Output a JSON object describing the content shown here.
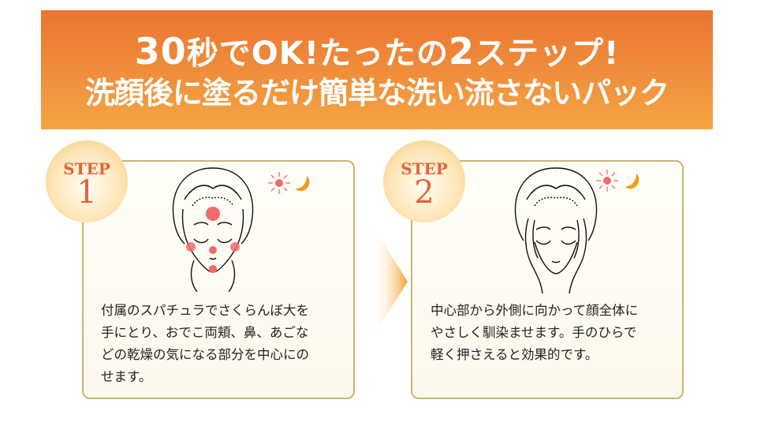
{
  "banner": {
    "line1_prefix": "30",
    "line1_a": "秒でOK!たったの",
    "line1_num": "2",
    "line1_b": "ステップ!",
    "line2": "洗顔後に塗るだけ簡単な洗い流さないパック",
    "colors": {
      "top": "#ea7531",
      "bottom": "#f4a544",
      "text": "#ffffff"
    }
  },
  "steps": [
    {
      "badge_label": "STEP",
      "badge_number": "1",
      "icons": [
        "sun-icon",
        "moon-icon"
      ],
      "illustration": "face-with-application-dots",
      "text_lines": [
        "付属のスパチュラでさくらんぼ大を",
        "手にとり、おでこ両頬、鼻、あごな",
        "どの乾燥の気になる部分を中心にの",
        "せます。"
      ]
    },
    {
      "badge_label": "STEP",
      "badge_number": "2",
      "icons": [
        "sun-icon",
        "moon-icon"
      ],
      "illustration": "face-with-hands-pressing",
      "text_lines": [
        "中心部から外側に向かって顔全体に",
        "やさしく馴染ませます。手のひらで",
        "軽く押さえると効果的です。"
      ]
    }
  ],
  "colors": {
    "badge_text": "#e4623a",
    "box_border": "#cdb56d",
    "dot": "#f26a6a",
    "moon": "#f59a1a",
    "arrow": "#f7a030"
  }
}
